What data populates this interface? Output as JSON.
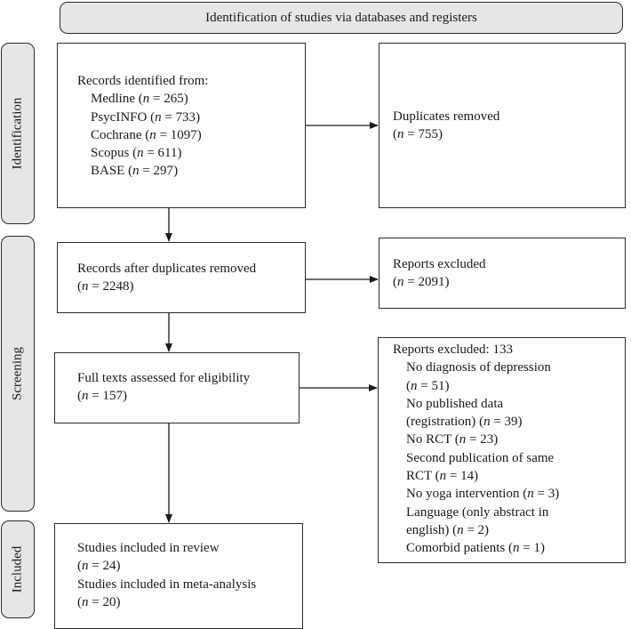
{
  "header": "Identification of studies via databases and registers",
  "phases": {
    "identification": "Identification",
    "screening": "Screening",
    "included": "Included"
  },
  "boxes": {
    "records_identified": {
      "title": "Records identified from:",
      "items": [
        {
          "name": "Medline",
          "n": "= 265"
        },
        {
          "name": "PsycINFO",
          "n": "= 733"
        },
        {
          "name": "Cochrane",
          "n": "= 1097"
        },
        {
          "name": "Scopus",
          "n": "= 611"
        },
        {
          "name": "BASE",
          "n": "= 297"
        }
      ]
    },
    "duplicates_removed": {
      "label": "Duplicates removed",
      "n": "= 755"
    },
    "after_duplicates": {
      "label": "Records after duplicates removed",
      "n": "= 2248"
    },
    "reports_excluded_1": {
      "label": "Reports excluded",
      "n": "= 2091"
    },
    "full_texts": {
      "label": "Full texts assessed for eligibility",
      "n": "= 157"
    },
    "reports_excluded_2": {
      "title": "Reports excluded: 133",
      "reasons": {
        "no_diagnosis": {
          "line1": "No diagnosis of depression",
          "n": "= 51"
        },
        "no_data": {
          "line1": "No published data",
          "pre": "(registration)",
          "n": "= 39"
        },
        "no_rct": {
          "pre": "No RCT",
          "n": "= 23"
        },
        "second_pub": {
          "line1": "Second publication of same",
          "pre": "RCT",
          "n": "= 14"
        },
        "no_yoga": {
          "pre": "No yoga intervention",
          "n": "= 3"
        },
        "language": {
          "line1": "Language (only abstract in",
          "pre": "english)",
          "n": "= 2"
        },
        "comorbid": {
          "pre": "Comorbid patients",
          "n": "= 1"
        }
      }
    },
    "included": {
      "review_label": "Studies included in review",
      "review_n": "= 24",
      "meta_label": "Studies included in meta-analysis",
      "meta_n": "= 20"
    }
  },
  "n_symbol": "n",
  "colors": {
    "phase_fill": "#e6e6e6",
    "line": "#1a1a1a"
  }
}
